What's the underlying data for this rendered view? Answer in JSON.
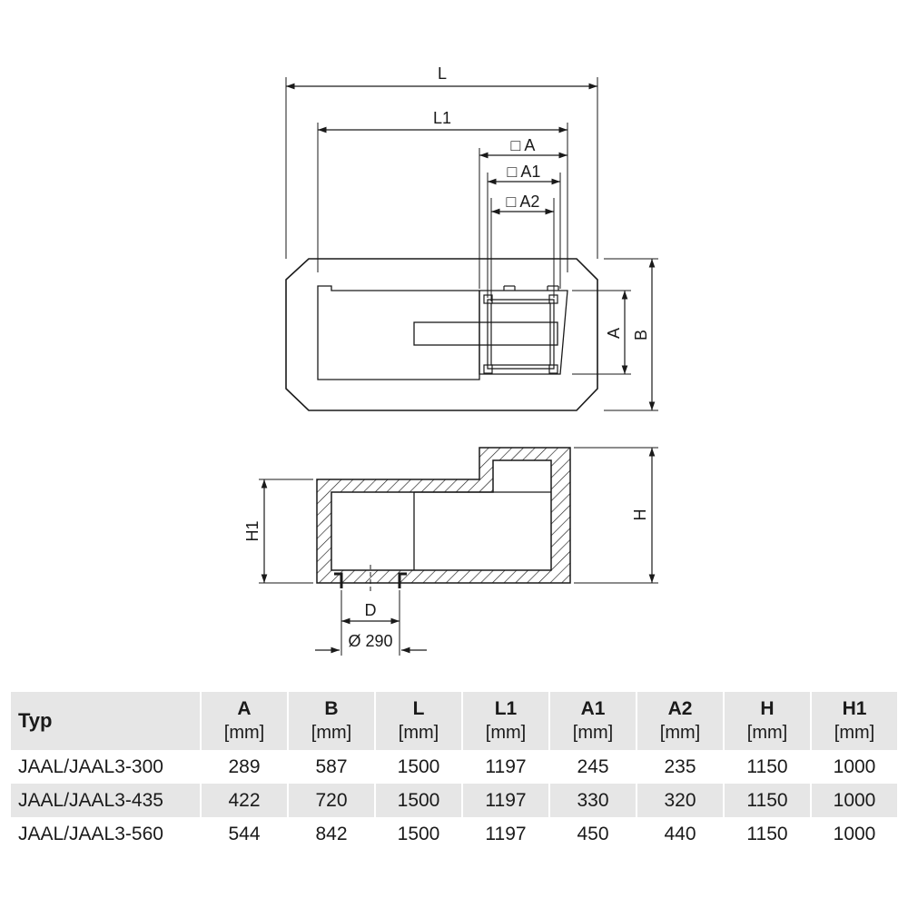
{
  "top_view": {
    "labels": {
      "L": "L",
      "L1": "L1",
      "A_top": "□ A",
      "A1": "□ A1",
      "A2": "□ A2",
      "A_side": "A",
      "B": "B"
    }
  },
  "side_view": {
    "labels": {
      "H": "H",
      "H1": "H1",
      "D": "D",
      "diameter": "Ø 290"
    }
  },
  "table": {
    "columns": [
      {
        "name": "Typ",
        "unit": ""
      },
      {
        "name": "A",
        "unit": "[mm]"
      },
      {
        "name": "B",
        "unit": "[mm]"
      },
      {
        "name": "L",
        "unit": "[mm]"
      },
      {
        "name": "L1",
        "unit": "[mm]"
      },
      {
        "name": "A1",
        "unit": "[mm]"
      },
      {
        "name": "A2",
        "unit": "[mm]"
      },
      {
        "name": "H",
        "unit": "[mm]"
      },
      {
        "name": "H1",
        "unit": "[mm]"
      }
    ],
    "rows": [
      [
        "JAAL/JAAL3-300",
        "289",
        "587",
        "1500",
        "1197",
        "245",
        "235",
        "1150",
        "1000"
      ],
      [
        "JAAL/JAAL3-435",
        "422",
        "720",
        "1500",
        "1197",
        "330",
        "320",
        "1150",
        "1000"
      ],
      [
        "JAAL/JAAL3-560",
        "544",
        "842",
        "1500",
        "1197",
        "450",
        "440",
        "1150",
        "1000"
      ]
    ]
  }
}
